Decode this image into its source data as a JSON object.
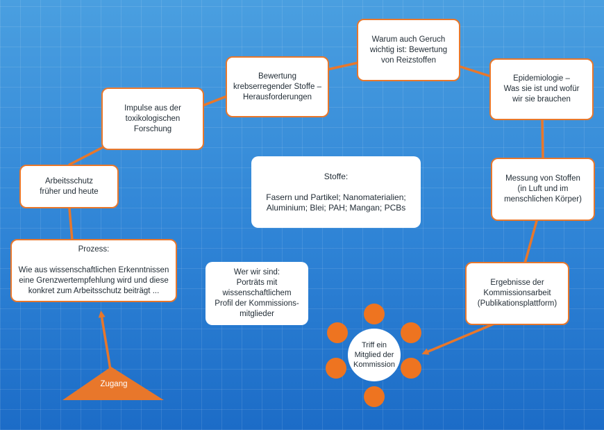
{
  "colors": {
    "accent": "#e8772b",
    "background": "#2f84d6",
    "box": "#ffffff"
  },
  "nodes": {
    "arbeitsschutz": "Arbeitsschutz\nfrüher und heute",
    "impulse": "Impulse aus der\ntoxikologischen\nForschung",
    "krebs": "Bewertung\nkrebserregender Stoffe –\nHerausforderungen",
    "geruch": "Warum auch Geruch\nwichtig ist: Bewertung\nvon Reizstoffen",
    "epidemiologie": "Epidemiologie –\nWas sie ist und wofür\nwir sie brauchen",
    "messung": "Messung von Stoffen\n(in Luft und im\nmenschlichen Körper)",
    "ergebnisse": "Ergebnisse der\nKommissionsarbeit\n(Publikationsplattform)",
    "prozess": "Prozess:\n\nWie aus wissenschaftlichen Erkenntnissen\neine Grenzwertempfehlung wird und diese\nkonkret zum Arbeitsschutz beiträgt ...",
    "stoffe": "Stoffe:\n\nFasern und Partikel; Nanomaterialien;\nAluminium; Blei; PAH; Mangan; PCBs",
    "werwirsind": "Wer wir sind:\nPorträts mit\nwissenschaftlichem\nProfil der Kommissions-\nmitglieder",
    "triff": "Triff ein\nMitglied der\nKommission",
    "zugang": "Zugang"
  }
}
